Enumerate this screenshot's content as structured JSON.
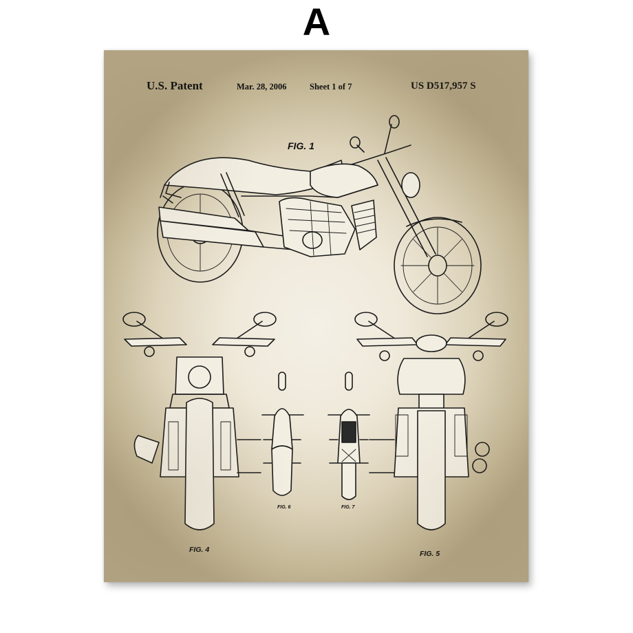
{
  "variant_label": "A",
  "poster": {
    "header": {
      "title": "U.S. Patent",
      "date": "Mar. 28, 2006",
      "sheet": "Sheet 1 of 7",
      "patent_number": "US D517,957 S"
    },
    "figures": [
      {
        "id": "fig1",
        "label": "FIG. 1",
        "view": "side perspective motorcycle"
      },
      {
        "id": "fig4",
        "label": "FIG. 4",
        "view": "front view"
      },
      {
        "id": "fig5",
        "label": "FIG. 5",
        "view": "rear view"
      },
      {
        "id": "fig6",
        "label": "FIG. 6",
        "view": "top view"
      },
      {
        "id": "fig7",
        "label": "FIG. 7",
        "view": "bottom view"
      }
    ],
    "colors": {
      "paper_center": "#f4f0e6",
      "paper_edge": "#b2a483",
      "ink": "#1a1a1a",
      "page_background": "#ffffff"
    }
  }
}
